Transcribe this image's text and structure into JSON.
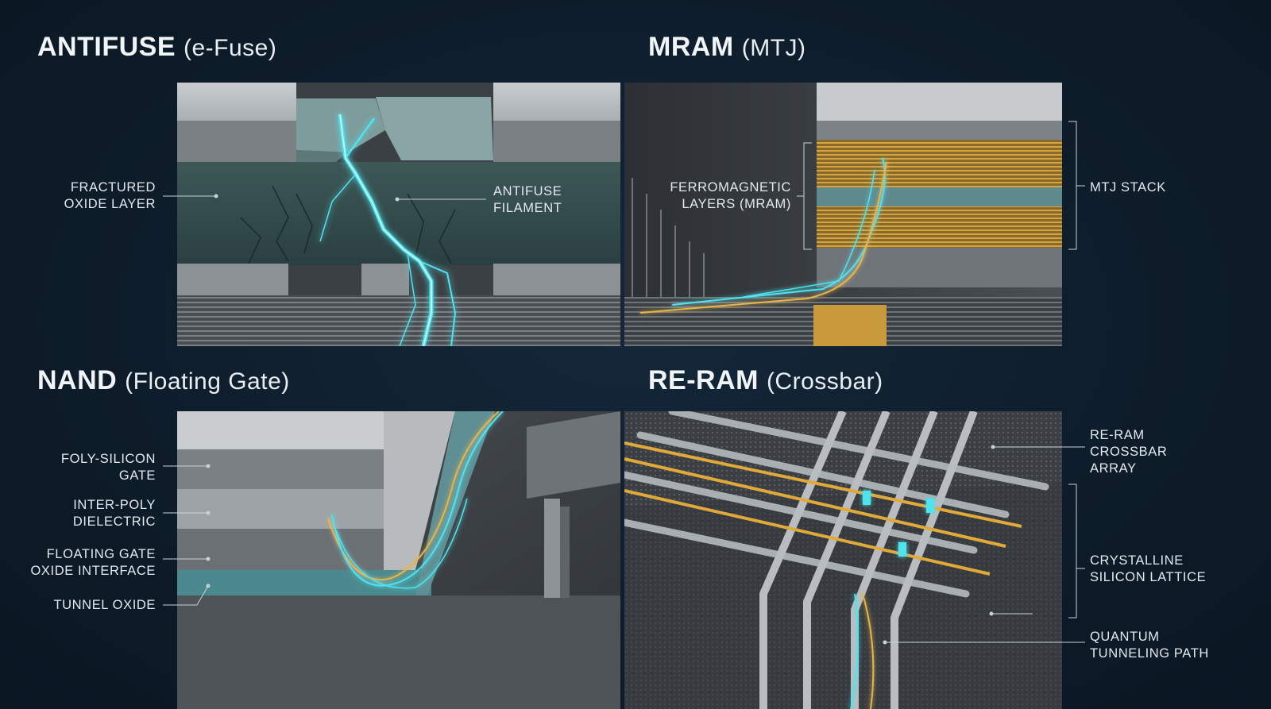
{
  "colors": {
    "background": "#0e1d2b",
    "text": "#e3e9ee",
    "cyan_glow": "#4fe3ee",
    "gold": "#e0a93a",
    "leader": "#c9d1d8"
  },
  "panels": {
    "antifuse": {
      "title": "ANTIFUSE",
      "subtitle": "(e-Fuse)",
      "labels": {
        "fractured_oxide": [
          "FRACTURED",
          "OXIDE LAYER"
        ],
        "antifuse_filament": [
          "ANTIFUSE",
          "FILAMENT"
        ]
      }
    },
    "mram": {
      "title": "MRAM",
      "subtitle": "(MTJ)",
      "labels": {
        "ferromagnetic": [
          "FERROMAGNETIC",
          "LAYERS (MRAM)"
        ],
        "mtj_stack": [
          "MTJ STACK"
        ]
      }
    },
    "nand": {
      "title": "NAND",
      "subtitle": "(Floating Gate)",
      "labels": {
        "poly_gate": [
          "FOLY-SILICON",
          "GATE"
        ],
        "inter_poly": [
          "INTER-POLY",
          "DIELECTRIC"
        ],
        "floating_gate": [
          "FLOATING GATE",
          "OXIDE INTERFACE"
        ],
        "tunnel_oxide": [
          "TUNNEL OXIDE"
        ]
      }
    },
    "reram": {
      "title": "RE-RAM",
      "subtitle": "(Crossbar)",
      "labels": {
        "crossbar_array": [
          "RE-RAM",
          "CROSSBAR",
          "ARRAY"
        ],
        "silicon_lattice": [
          "CRYSTALLINE",
          "SILICON LATTICE"
        ],
        "tunneling_path": [
          "QUANTUM",
          "TUNNELING PATH"
        ]
      }
    }
  }
}
